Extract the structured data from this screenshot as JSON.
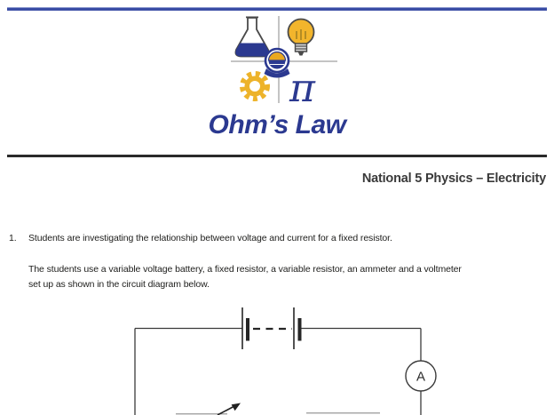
{
  "document": {
    "title": "Ohm’s Law",
    "subtitle": "National 5 Physics – Electricity",
    "question": {
      "number": "1.",
      "intro": "Students are investigating the relationship between voltage and current for a fixed resistor.",
      "setup_lines": [
        "The students use a variable voltage battery, a fixed resistor, a variable resistor, an ammeter and a voltmeter",
        "set up as shown in the circuit diagram below."
      ]
    },
    "circuit": {
      "ammeter_label": "A"
    },
    "logo_icons": [
      "flask-icon",
      "lightbulb-icon",
      "gear-icon",
      "pi-icon",
      "crest-icon"
    ]
  },
  "colors": {
    "accent_blue": "#2b3990",
    "top_rule_blue": "#3a4da5",
    "logo_yellow": "#edb32a",
    "divider_dark": "#2a2a2a",
    "body_text": "#1d1d1b",
    "wire_stroke": "#3a3a3a"
  }
}
